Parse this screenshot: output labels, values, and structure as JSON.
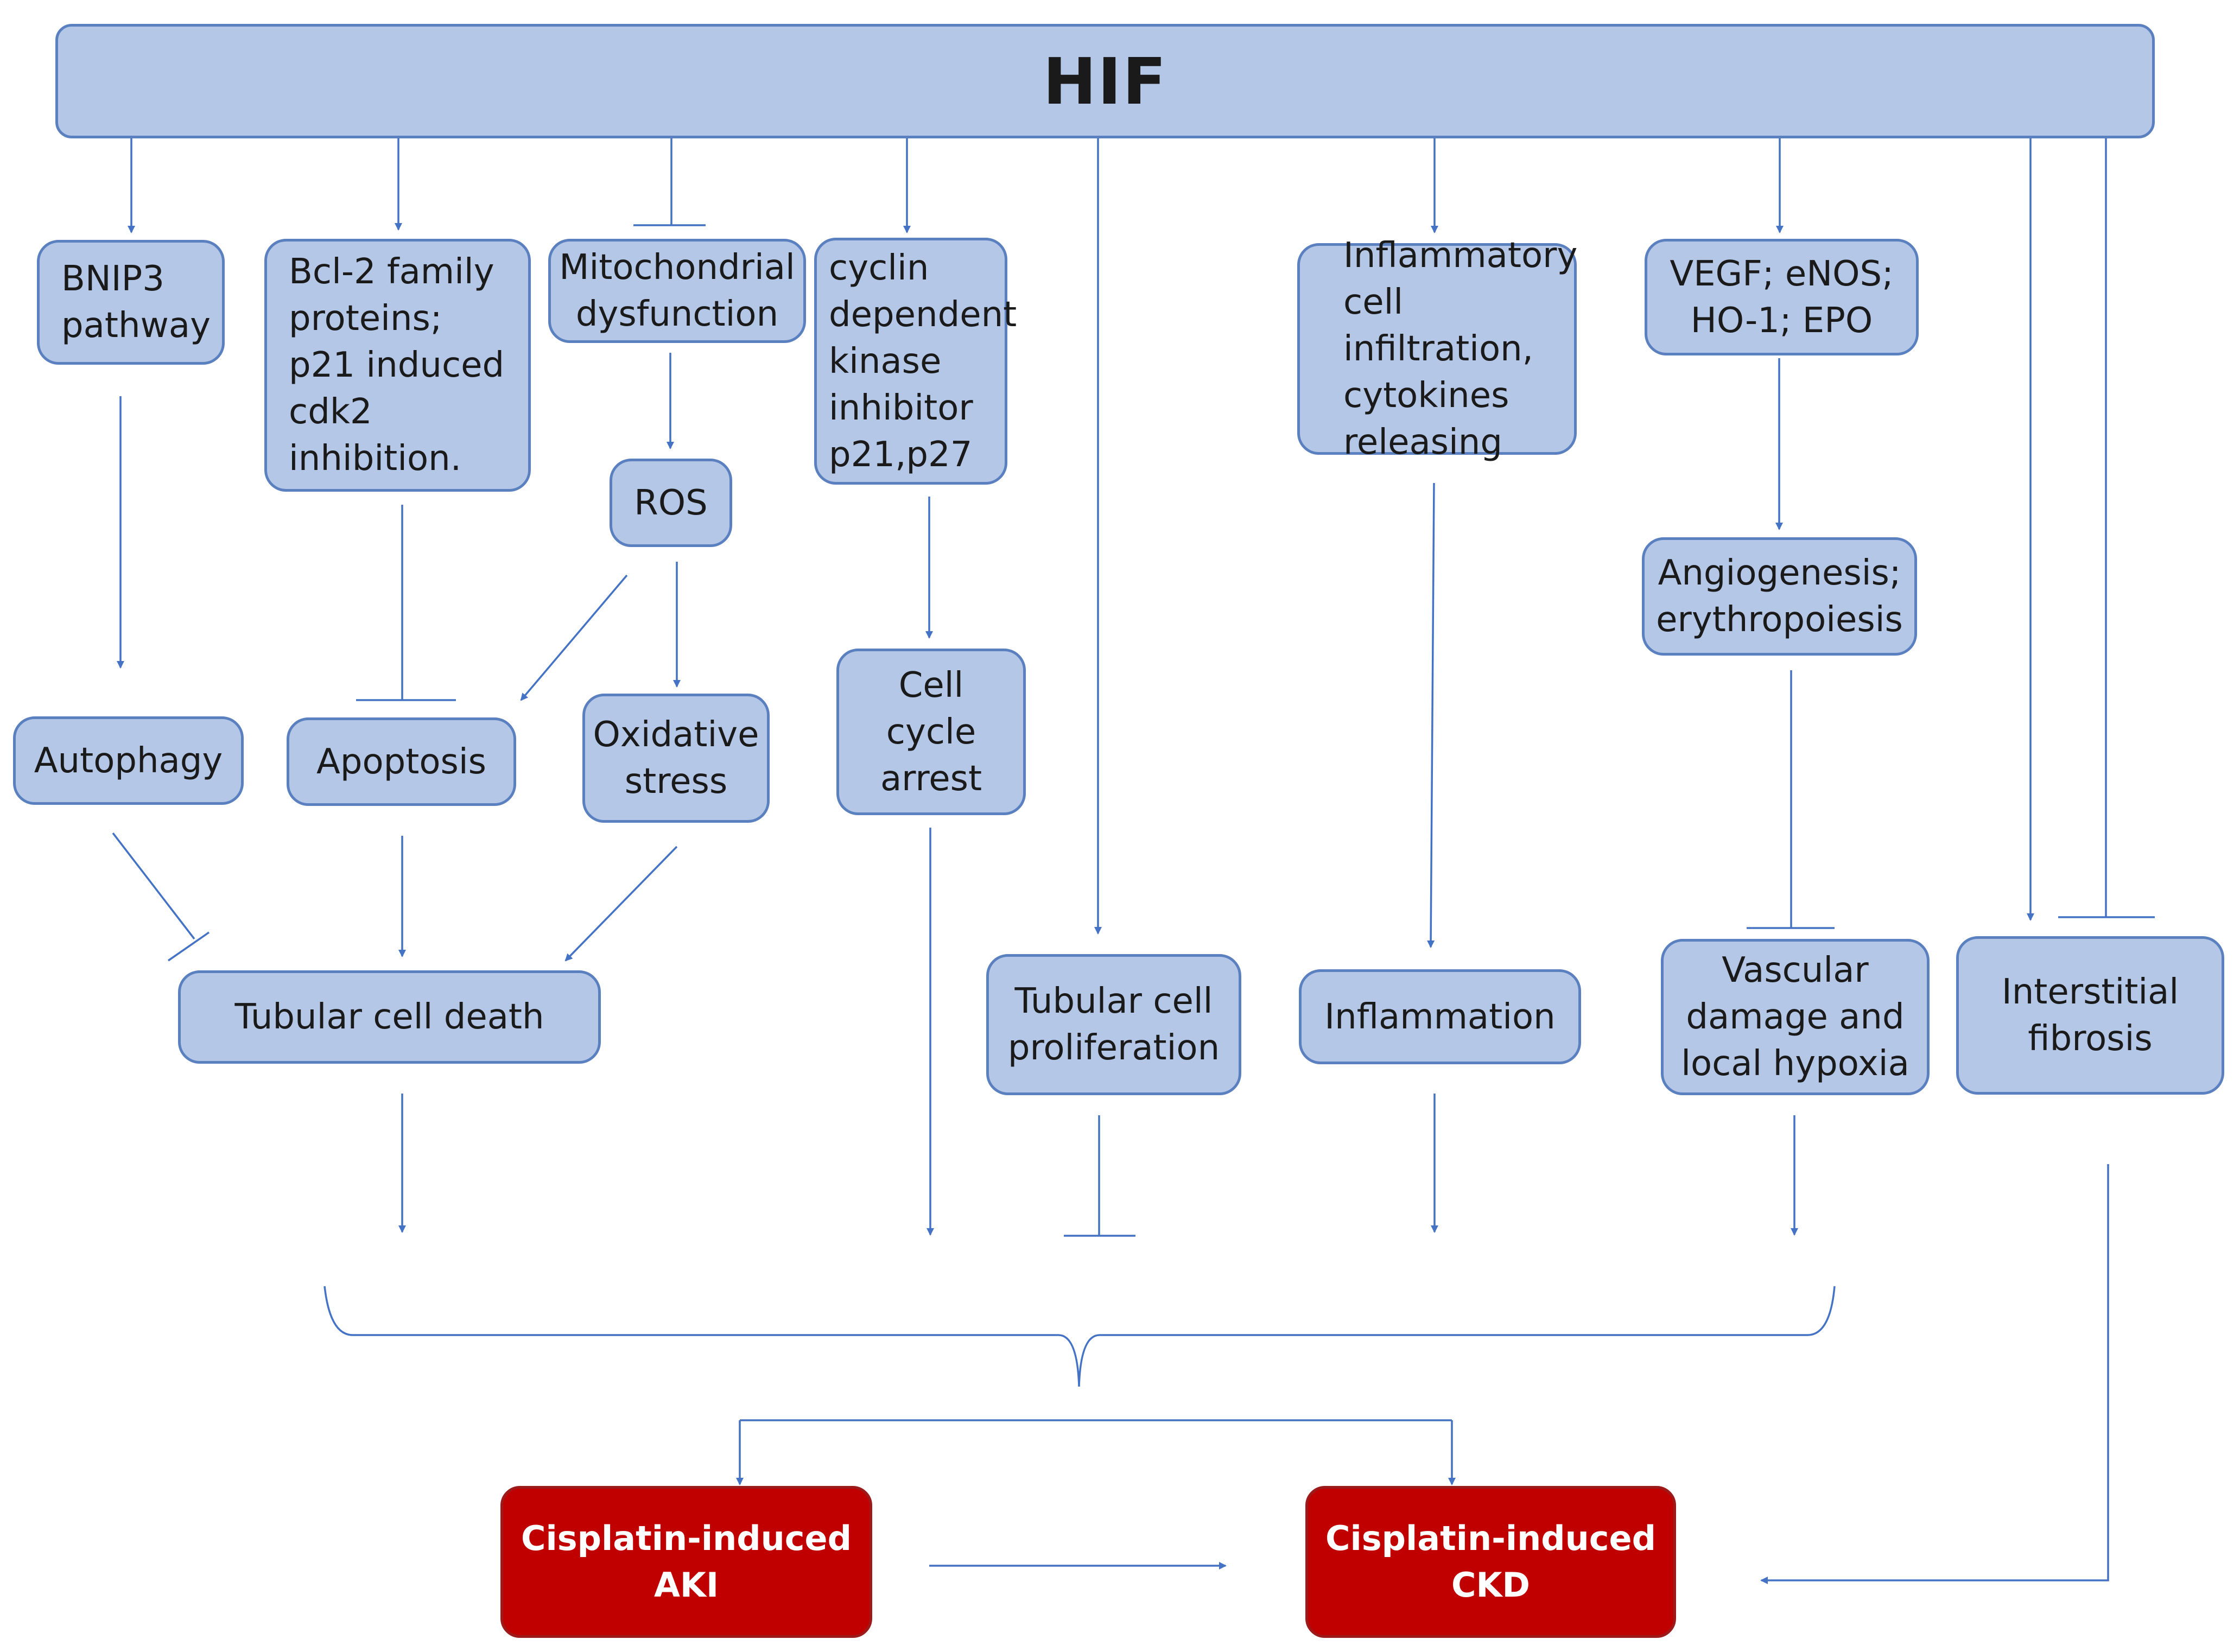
{
  "hif": "HIF",
  "nodes": {
    "bnip3": "BNIP3\npathway",
    "bcl2": "Bcl-2 family\nproteins;\np21 induced\ncdk2 inhibition.",
    "mito": "Mitochondrial\ndysfunction",
    "cdki": "cyclin\ndependent\nkinase\ninhibitor\np21,p27",
    "inflam_infil": "Inflammatory\ncell infiltration,\ncytokines\nreleasing",
    "vegf": "VEGF; eNOS;\nHO-1; EPO",
    "ros": "ROS",
    "angio": "Angiogenesis;\nerythropoiesis",
    "autophagy": "Autophagy",
    "apoptosis": "Apoptosis",
    "oxstress": "Oxidative\nstress",
    "cellcycle": "Cell\ncycle\narrest",
    "tubdeath": "Tubular cell death",
    "tubprolif": "Tubular cell\nproliferation",
    "inflammation": "Inflammation",
    "vascular": "Vascular\ndamage and\nlocal hypoxia",
    "fibrosis": "Interstitial\nfibrosis"
  },
  "outcomes": {
    "aki": "Cisplatin-induced\nAKI",
    "ckd": "Cisplatin-induced\nCKD"
  },
  "colors": {
    "node_fill": "#b4c7e7",
    "node_border": "#5b80c0",
    "line": "#4472c4",
    "outcome_fill": "#c00000"
  }
}
